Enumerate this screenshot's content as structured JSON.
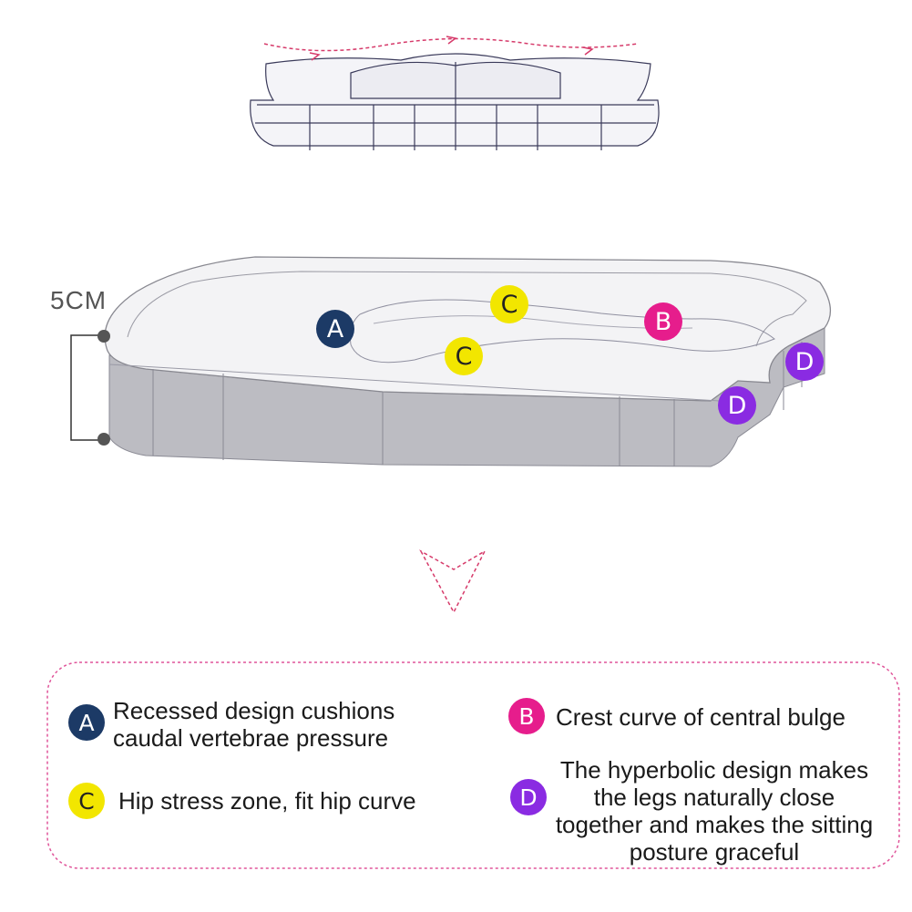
{
  "dimension_label": "5CM",
  "markers": {
    "A": {
      "letter": "A",
      "color": "#1c3a66",
      "text_color": "#ffffff"
    },
    "B": {
      "letter": "B",
      "color": "#e61d8c",
      "text_color": "#ffffff"
    },
    "C": {
      "letter": "C",
      "color": "#f2e600",
      "text_color": "#222222"
    },
    "D": {
      "letter": "D",
      "color": "#8a2be2",
      "text_color": "#ffffff"
    }
  },
  "legend": {
    "border_color": "#e0559a",
    "items": [
      {
        "key": "A",
        "text": "Recessed design cushions caudal vertebrae pressure"
      },
      {
        "key": "B",
        "text": "Crest curve of central bulge"
      },
      {
        "key": "C",
        "text": "Hip stress zone, fit hip curve"
      },
      {
        "key": "D",
        "text": "The hyperbolic design makes the legs naturally close together and makes the sitting posture graceful"
      }
    ]
  }
}
